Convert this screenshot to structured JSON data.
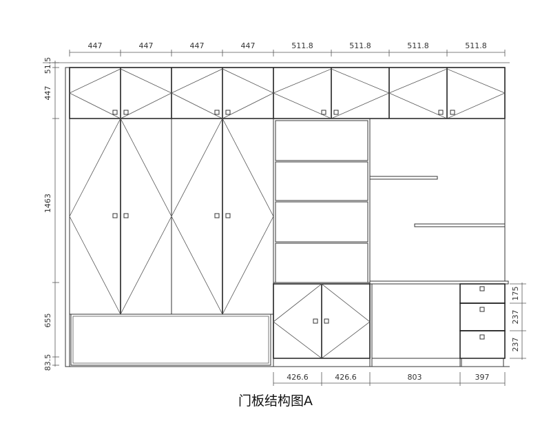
{
  "title": "门板结构图A",
  "dims_top": [
    "447",
    "447",
    "447",
    "447",
    "511.8",
    "511.8",
    "511.8",
    "511.8"
  ],
  "dims_left": [
    "51.5",
    "447",
    "1463",
    "655",
    "83.5"
  ],
  "dims_bottom": [
    "426.6",
    "426.6",
    "803",
    "397"
  ],
  "dims_right": [
    "175",
    "237",
    "237"
  ]
}
